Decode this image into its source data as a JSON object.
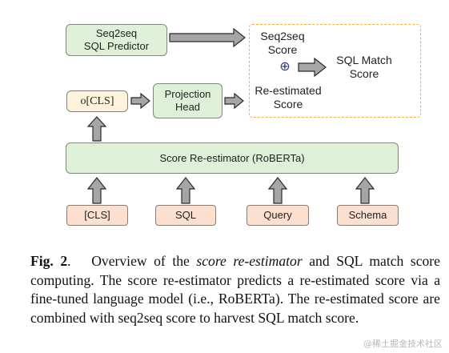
{
  "diagram": {
    "seq2seq_predictor": "Seq2seq\nSQL Predictor",
    "o_cls": "o[CLS]",
    "projection_head": "Projection\nHead",
    "score_reestimator": "Score Re-estimator (RoBERTa)",
    "seq2seq_score": "Seq2seq\nScore",
    "plus_symbol": "⊕",
    "reestimated_score": "Re-estimated\nScore",
    "sql_match_score": "SQL Match\nScore",
    "inputs": [
      "[CLS]",
      "SQL",
      "Query",
      "Schema"
    ]
  },
  "caption": {
    "fig_label": "Fig. 2",
    "period": ".",
    "text_a": "Overview of the ",
    "italic_term": "score re-estimator",
    "text_b": " and SQL match score computing. The score re-estimator predicts a re-estimated score via a fine-tuned language model (i.e., RoBERTa). The re-estimated score are combined with seq2seq score to harvest SQL match score."
  },
  "watermark": "@稀土掘金技术社区",
  "colors": {
    "green_box": "#dff0d8",
    "input_box": "#fbe0d0",
    "ocls_box": "#fdf2dc",
    "dashed_border": "#f2b53a",
    "arrow_fill": "#a6a6a6"
  }
}
